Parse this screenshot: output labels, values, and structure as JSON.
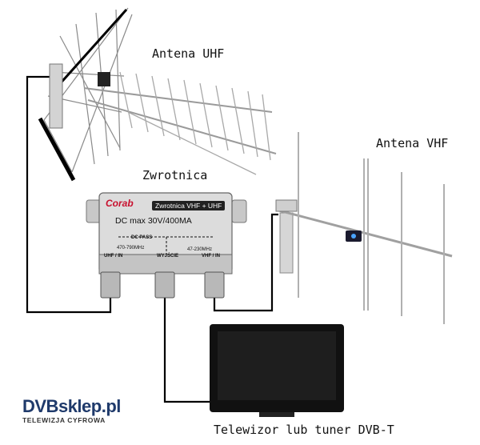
{
  "labels": {
    "uhf_antenna": "Antena UHF",
    "vhf_antenna": "Antena VHF",
    "splitter": "Zwrotnica",
    "tv": "Telewizor lub tuner DVB-T"
  },
  "splitter_box": {
    "brand": "Corab",
    "model": "Zwrotnica VHF + UHF",
    "spec": "DC max 30V/400MA",
    "dc_pass": "DC PASS",
    "uhf_band": "470-790MHz",
    "vhf_band": "47-230MHz",
    "port_uhf": "UHF / IN",
    "port_out": "WYJŚCIE",
    "port_vhf": "VHF / IN"
  },
  "logo": {
    "brand_a": "DVB",
    "brand_b": "sklep.pl",
    "tagline": "TELEWIZJA CYFROWA"
  },
  "colors": {
    "cable": "#000000",
    "metal": "#b5b5b5",
    "tv_body": "#111111",
    "brand_red": "#c8102e"
  }
}
